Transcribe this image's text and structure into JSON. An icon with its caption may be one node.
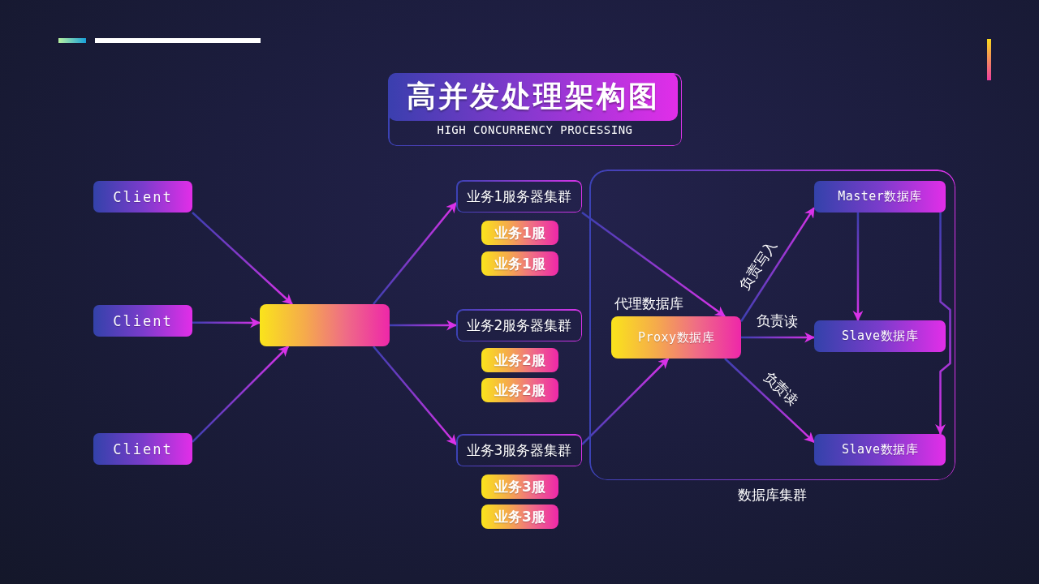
{
  "diagram": {
    "title": "高并发处理架构图",
    "nodes": [
      {
        "text": [
          "Client"
        ]
      },
      {
        "text": [
          "Client"
        ]
      },
      {
        "text": [
          "Client"
        ]
      },
      {
        "text": [],
        "shape": "box"
      },
      {
        "text": [
          "业务1服务器集群"
        ]
      },
      {
        "text": [
          "业务1服"
        ]
      },
      {
        "text": [
          "业务1服"
        ]
      },
      {
        "text": [
          "业务2服务器集群"
        ]
      },
      {
        "text": [
          "业务2服"
        ]
      },
      {
        "text": [
          "业务2服"
        ]
      },
      {
        "text": [
          "业务3服务器集群"
        ]
      },
      {
        "text": [
          "业务3服"
        ]
      },
      {
        "text": [
          "业务3服"
        ]
      },
      {
        "text": [
          "数据库集群"
        ]
      },
      {
        "text": [
          "Proxy数据库"
        ],
        "beside": [
          "代理数据库"
        ],
        "in": 13
      },
      {
        "text": [
          "Master数据库"
        ],
        "in": 13
      },
      {
        "text": [
          "Slave数据库"
        ],
        "in": 13
      },
      {
        "text": [
          "Slave数据库"
        ],
        "in": 13
      }
    ],
    "edges": [
      {
        "from": 0,
        "to": 3,
        "arrow": "to"
      },
      {
        "from": 1,
        "to": 3,
        "arrow": "to"
      },
      {
        "from": 2,
        "to": 3,
        "arrow": "to"
      },
      {
        "from": 3,
        "to": 4,
        "arrow": "to"
      },
      {
        "from": 3,
        "to": 7,
        "arrow": "to"
      },
      {
        "from": 3,
        "to": 10,
        "arrow": "to"
      },
      {
        "from": 4,
        "to": 14,
        "arrow": "to"
      },
      {
        "from": 10,
        "to": 14,
        "arrow": "to"
      },
      {
        "from": 14,
        "to": 15,
        "arrow": "to",
        "label": "负责写入"
      },
      {
        "from": 14,
        "to": 16,
        "arrow": "to",
        "label": "负责读"
      },
      {
        "from": 14,
        "to": 17,
        "arrow": "to",
        "label": "负责读"
      },
      {
        "from": 15,
        "to": 16,
        "arrow": "to"
      },
      {
        "from": 15,
        "to": 17,
        "arrow": "to"
      }
    ],
    "labels": [
      "HIGH CONCURRENCY PROCESSING"
    ]
  }
}
